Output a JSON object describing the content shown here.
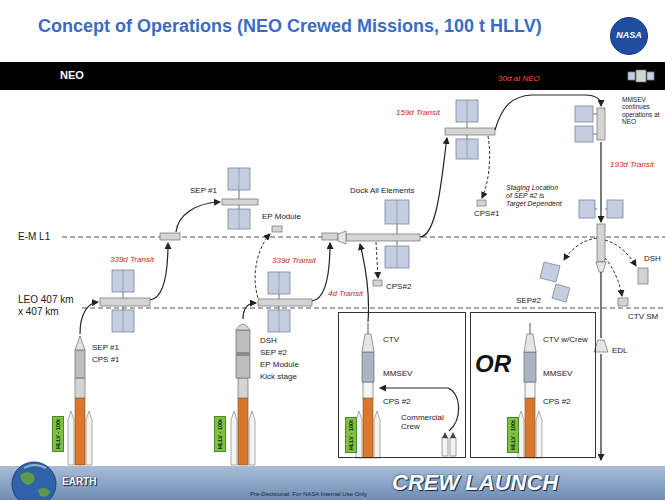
{
  "diagram": {
    "title": "Concept of Operations (NEO Crewed Missions, 100 t HLLV)",
    "nodes": [
      {
        "text": [
          "NASA"
        ]
      },
      {
        "text": [
          "NEO"
        ]
      },
      {
        "text": [
          "HLLV - 100t"
        ]
      },
      {
        "text": [
          "HLLV - 100t"
        ]
      },
      {
        "text": [
          "CTV",
          "MMSEV",
          "CPS #2",
          "Commercial Crew"
        ]
      },
      {
        "text": [
          "HLLV - 100t"
        ],
        "in": 4
      },
      {
        "text": [
          "CTV w/Crew",
          "MMSEV",
          "CPS #2"
        ]
      },
      {
        "text": [
          "HLLV - 100t"
        ],
        "in": 6
      },
      {
        "text": [
          "EARTH",
          "CREW LAUNCH",
          "Pre-Decisional: For NASA Internal Use Only"
        ]
      }
    ],
    "labels": [
      "E-M L1",
      "LEO 407 km x 407 km",
      "SEP #1",
      "CPS #1",
      "339d Transit",
      "SEP #1",
      "EP Module",
      "DSH",
      "SEP #2",
      "EP Module",
      "Kick stage",
      "339d Transit",
      "Dock All Elements",
      "4d Transit",
      "CPS#2",
      "159d Transit",
      "CPS#1",
      "30d at NEO",
      "Staging Location of SEP #2 is Target Dependent",
      "MMSEV continues operations at NEO",
      "193d Transit",
      "SEP#2",
      "DSH",
      "CTV SM",
      "EDL",
      "OR"
    ]
  }
}
